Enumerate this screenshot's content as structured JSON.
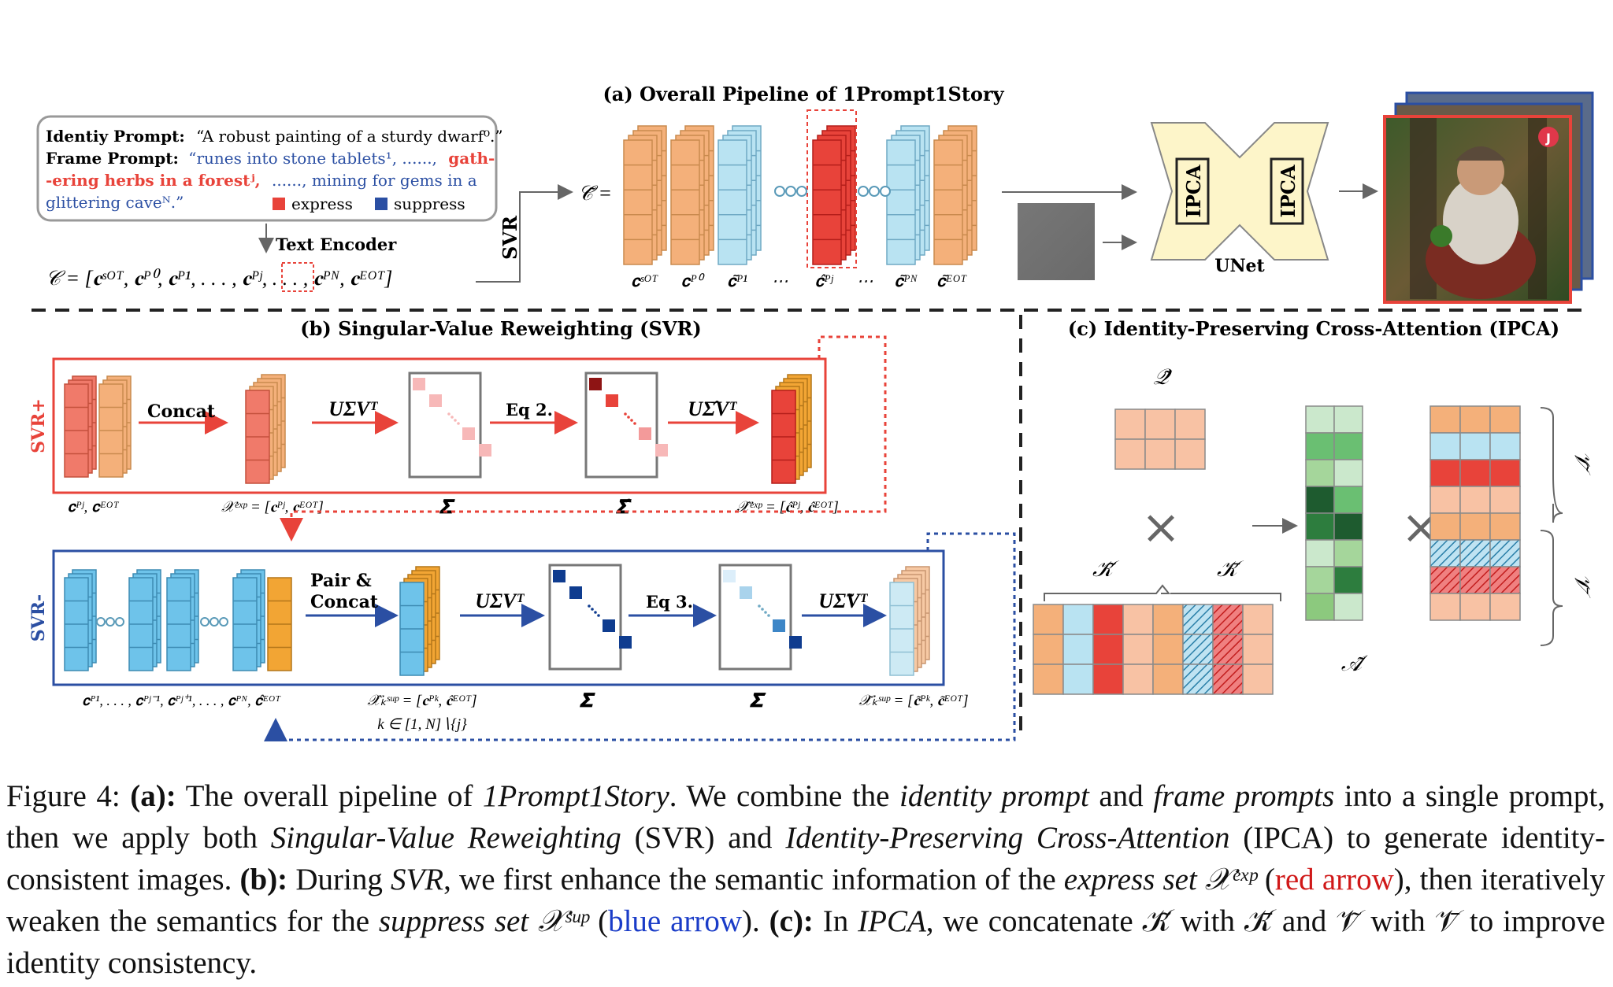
{
  "titles": {
    "a": "(a) Overall Pipeline of 1Prompt1Story",
    "b": "(b) Singular-Value Reweighting (SVR)",
    "c": "(c) Identity-Preserving Cross-Attention (IPCA)"
  },
  "prompt_box": {
    "identity_label": "Identiy Prompt:",
    "identity_text": "“A robust painting of a sturdy dwarf⁰.”",
    "frame_label": "Frame Prompt:",
    "frame_line1_blue": "“runes into stone tablets¹, ......,",
    "frame_line1_red": "gath-",
    "frame_line2_red": "-ering herbs in a forestʲ,",
    "frame_line2_blue": "......, mining for gems in a",
    "frame_line3_blue": "glittering caveᴺ.”",
    "legend_express": "express",
    "legend_suppress": "suppress",
    "colors": {
      "express": "#e8433a",
      "suppress": "#2b4fa3"
    }
  },
  "pipeline": {
    "text_encoder": "Text Encoder",
    "svr_label": "SVR",
    "unet_label": "UNet",
    "ipca_label": "IPCA",
    "dots": "⋯",
    "c_sequence": "𝒞 = [𝐜ˢᴼᵀ, 𝐜ᴾ⁰, 𝐜ᴾ¹, . . . , 𝐜ᴾʲ, . . . , 𝐜ᴾᴺ, 𝐜ᴱᴼᵀ]",
    "c_tilde": "𝒞̃ =",
    "col_labels": [
      "𝐜ˢᴼᵀ",
      "𝐜ᴾ⁰",
      "𝐜̃ᴾ¹",
      "⋯",
      "𝐜̂ᴾʲ",
      "⋯",
      "𝐜̃ᴾᴺ",
      "𝐜̃ᴱᴼᵀ"
    ],
    "output_badge": "J"
  },
  "svr_plus": {
    "side_label": "SVR+",
    "concat": "Concat",
    "usv": "UΣVᵀ",
    "eq": "Eq 2.",
    "usv_hat": "UΣ̂Vᵀ",
    "labels": [
      "𝐜ᴾʲ, 𝐜ᴱᴼᵀ",
      "𝒳ᵉˣᵖ = [𝐜ᴾʲ, 𝐜ᴱᴼᵀ]",
      "𝚺",
      "𝚺̂",
      "𝒳̂ᵉˣᵖ = [𝐜̂ᴾʲ, 𝐜̂ᴱᴼᵀ]"
    ]
  },
  "svr_minus": {
    "side_label": "SVR-",
    "pair": "Pair &",
    "concat": "Concat",
    "usv": "UΣVᵀ",
    "eq": "Eq 3.",
    "usv_tilde": "UΣ̃Vᵀ",
    "labels": [
      "𝐜ᴾ¹, . . . , 𝐜ᴾʲ⁻¹, 𝐜ᴾʲ⁺¹, . . . , 𝐜ᴾᴺ, 𝐜̂ᴱᴼᵀ",
      "𝒳̂ₖˢᵘᵖ = [𝐜ᴾᵏ, 𝐜̂ᴱᴼᵀ]",
      "k ∈ [1, N]∖{j}",
      "𝚺",
      "𝚺̃",
      "𝒳̃ₖˢᵘᵖ = [𝐜̃ᴾᵏ, 𝐜̃ᴱᴼᵀ]"
    ]
  },
  "ipca": {
    "q": "𝒬̃",
    "k_tilde": "𝒦̃",
    "k_bar": "𝒦̄",
    "a": "𝒜̃",
    "v_tilde": "𝒱̃",
    "v_bar": "𝒱̄",
    "times": "×"
  },
  "caption": {
    "fig": "Figure 4:",
    "a_label": "(a):",
    "t1": "The overall pipeline of",
    "name": "1Prompt1Story",
    "t2": ". We combine the",
    "idp": "identity prompt",
    "t3": "and",
    "frp": "frame prompts",
    "t4": "into a single prompt, then we apply both",
    "svr": "Singular-Value Reweighting",
    "t5": "(SVR) and",
    "ipca": "Identity-Preserving Cross-Attention",
    "t6": "(IPCA) to generate identity-consistent images.",
    "b_label": "(b):",
    "t7": "During",
    "svr2": "SVR",
    "t8": ", we first enhance the semantic information of the",
    "exps": "express set 𝒳ᵉˣᵖ",
    "t9": "(",
    "red_arrow": "red arrow",
    "t10": "), then iteratively weaken the semantics for the",
    "sups": "suppress set 𝒳ˢᵘᵖ",
    "t11": "(",
    "blue_arrow": "blue arrow",
    "t12": ").",
    "c_label": "(c):",
    "t13": "In",
    "ipca2": "IPCA",
    "t14": ", we concatenate 𝒦̃ with 𝒦̄ and 𝒱̃ with 𝒱̄ to improve identity consistency."
  }
}
